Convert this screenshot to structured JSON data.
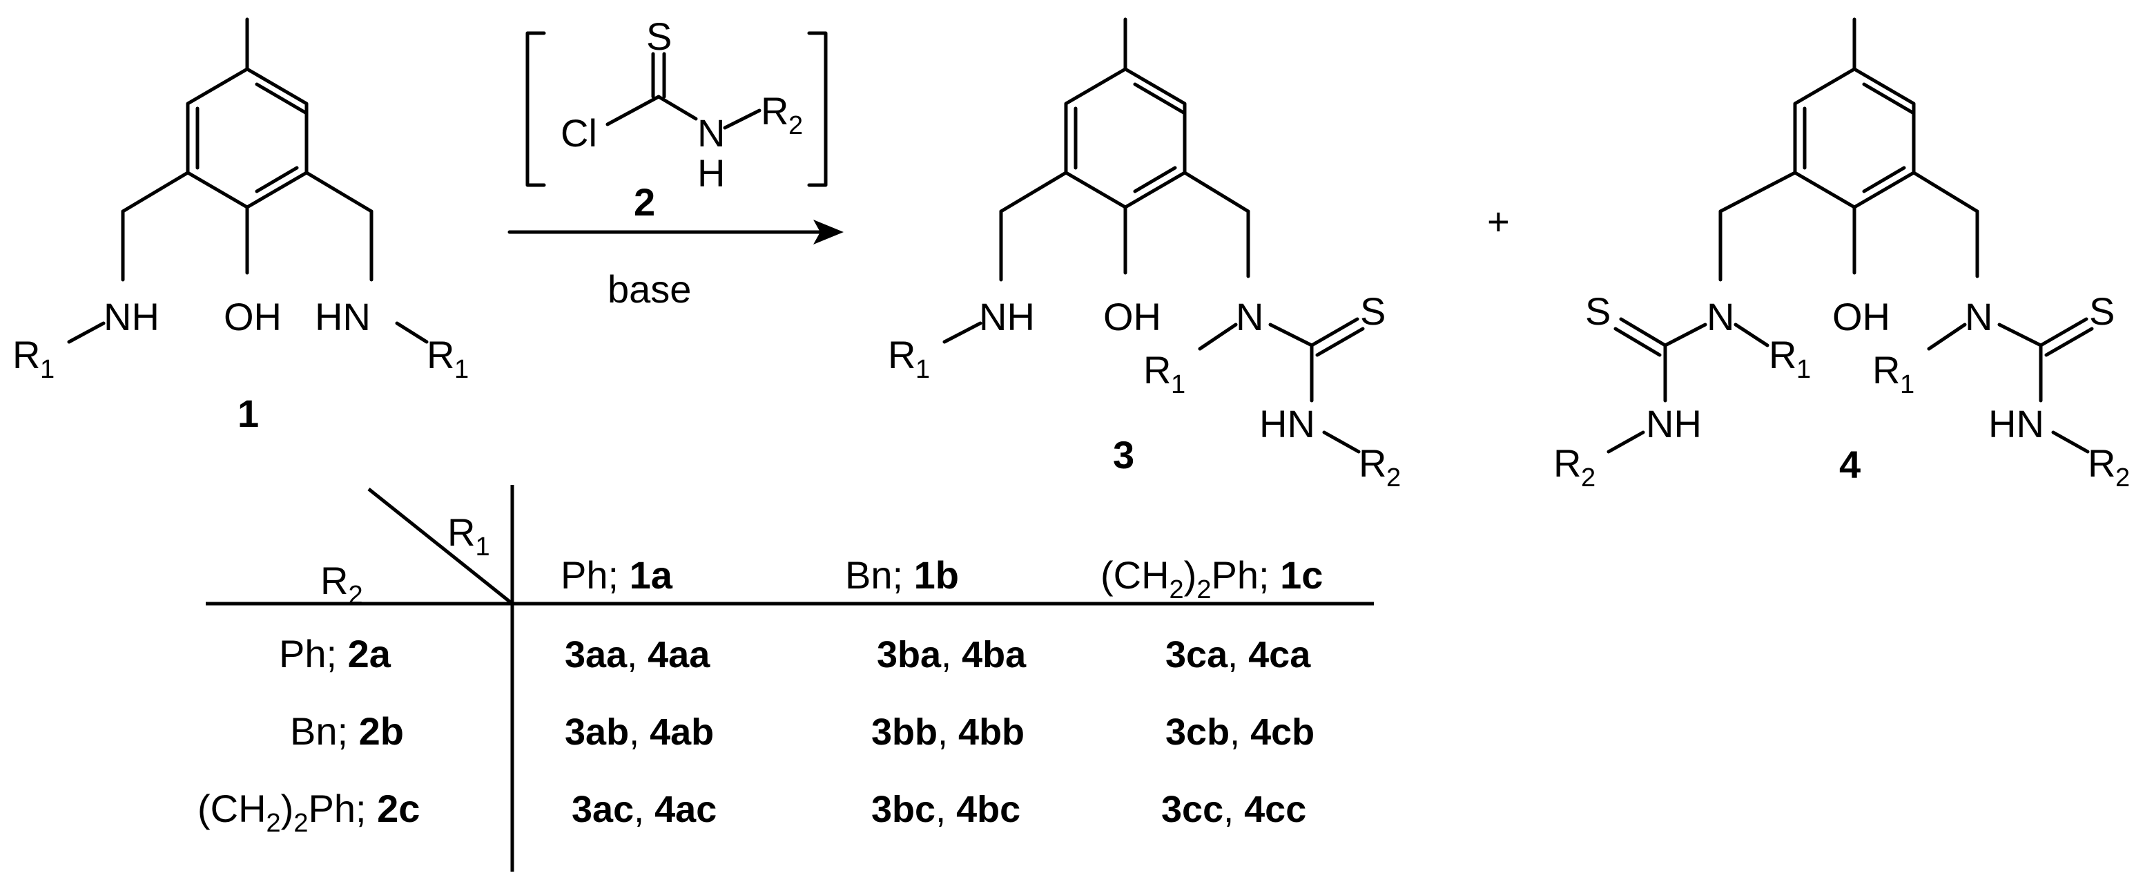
{
  "scheme": {
    "compound_labels": {
      "c1": "1",
      "c2": "2",
      "c3": "3",
      "c4": "4"
    },
    "reagent_condition": "base",
    "plus_sign": "+",
    "atoms": {
      "NH": "NH",
      "HN": "HN",
      "OH": "OH",
      "N": "N",
      "H": "H",
      "S": "S",
      "Cl": "Cl",
      "R": "R",
      "sub1": "1",
      "sub2": "2"
    }
  },
  "table": {
    "corner_row_label": {
      "main": "R",
      "sub": "2"
    },
    "corner_col_label": {
      "main": "R",
      "sub": "1"
    },
    "columns": [
      {
        "prefix": "Ph;",
        "code": "1a"
      },
      {
        "prefix": "Bn;",
        "code": "1b"
      },
      {
        "prefix_a": "(CH",
        "sub": "2",
        "prefix_b": ")",
        "sub2": "2",
        "prefix_c": "Ph;",
        "code": "1c"
      }
    ],
    "rows": [
      {
        "prefix": "Ph;",
        "code": "2a",
        "cells": [
          [
            "3aa",
            "4aa"
          ],
          [
            "3ba",
            "4ba"
          ],
          [
            "3ca",
            "4ca"
          ]
        ]
      },
      {
        "prefix": "Bn;",
        "code": "2b",
        "cells": [
          [
            "3ab",
            "4ab"
          ],
          [
            "3bb",
            "4bb"
          ],
          [
            "3cb",
            "4cb"
          ]
        ]
      },
      {
        "prefix_a": "(CH",
        "sub": "2",
        "prefix_b": ")",
        "sub2": "2",
        "prefix_c": "Ph;",
        "code": "2c",
        "cells": [
          [
            "3ac",
            "4ac"
          ],
          [
            "3bc",
            "4bc"
          ],
          [
            "3cc",
            "4cc"
          ]
        ]
      }
    ]
  }
}
